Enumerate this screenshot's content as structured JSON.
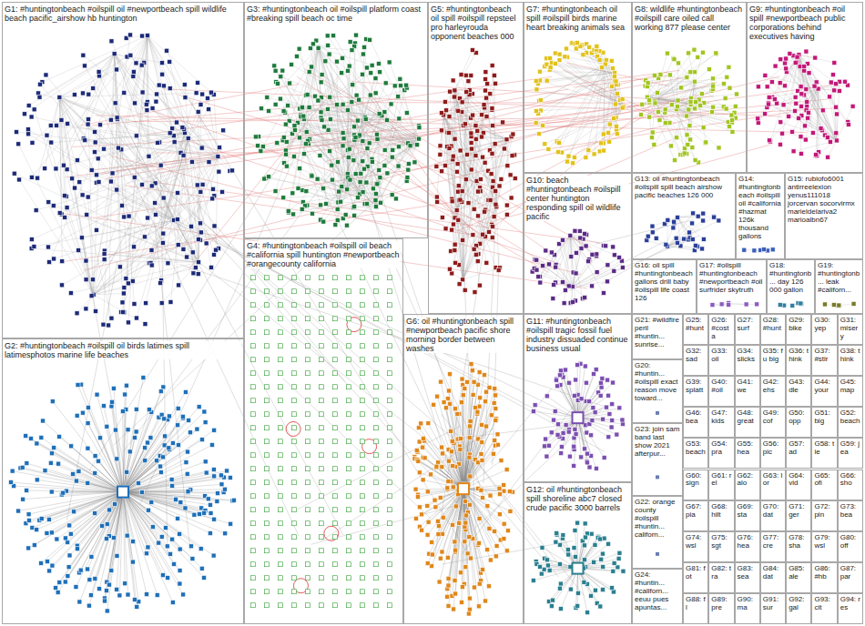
{
  "diagram": {
    "nodes": [
      {
        "text": [
          "G1: #huntingtonbeach #oilspill oil #newportbeach spill wildlife beach pacific_airshow hb huntington"
        ]
      },
      {
        "text": [
          "G3: #huntingtonbeach oil #oilspill platform coast #breaking spill beach oc time"
        ]
      },
      {
        "text": [
          "G5: #huntingtonbeach oil spill #oilspill repsteel pro harleyrouda opponent beaches 000"
        ]
      },
      {
        "text": [
          "G7: #huntingtonbeach oil spill #oilspill birds marine heart breaking animals sea"
        ]
      },
      {
        "text": [
          "G8: wildlife #huntingtonbeach #oilspill care oiled call working 877 please center"
        ]
      },
      {
        "text": [
          "G9: #huntingtonbeach #oil spill #newportbeach public corporations behind executives having"
        ]
      },
      {
        "text": [
          "G10: beach #huntingtonbeach #oilspill center huntington responding spill oil wildlife pacific"
        ]
      },
      {
        "text": [
          "G13: oil #huntingtonbeach #oilspill spill beach airshow pacific beaches 126 000"
        ]
      },
      {
        "text": [
          "G14: #huntingtonbeach #oilspill oil #california #hazmat 126k thousand gallons"
        ]
      },
      {
        "text": [
          "G15: rubiofo6001 antirreelexion yenus111018 jorcervan socorvirmx marieldelariva2 marioalbn67"
        ]
      },
      {
        "text": [
          "G16: oil spill #huntingtonbeach gallons drill baby #oilspill life coast 126"
        ]
      },
      {
        "text": [
          "G17: #oilspill #huntingtonbeach #newportbeach #oil surfrider skytruth"
        ]
      },
      {
        "text": [
          "G18: #huntingtonb... day 126 000 gallon"
        ]
      },
      {
        "text": [
          "G19: #huntingtonb... leak #californ..."
        ]
      },
      {
        "text": [
          "G2: #huntingtonbeach #oilspill oil birds latimes spill latimesphotos marine life beaches"
        ]
      },
      {
        "text": [
          "G4: #huntingtonbeach #oilspill oil beach #california spill huntington #newportbeach #orangecounty california"
        ]
      },
      {
        "text": [
          "G6: oil #huntingtonbeach spill #newportbeach pacific shore morning border between washes"
        ]
      },
      {
        "text": [
          "G11: #huntingtonbeach #oilspill tragic fossil fuel industry dissuaded continue business usual"
        ]
      },
      {
        "text": [
          "G12: oil #huntingtonbeach spill shoreline abc7 closed crude pacific 3000 barrels"
        ]
      },
      {
        "text": [
          "G21: #wildfire peril #huntin... sunrise..."
        ]
      },
      {
        "text": [
          "G20: #huntin... #oilspill exact reason move toward..."
        ]
      },
      {
        "text": [
          "G23: join sam band last show 2021 afterpur..."
        ]
      },
      {
        "text": [
          "G22: orange county #oilspill #huntin... californ..."
        ]
      },
      {
        "text": [
          "G24: #huntin... #californ... eeuu pues apuntas..."
        ]
      },
      {
        "text": [
          "G25: #hunt"
        ]
      },
      {
        "text": [
          "G26: #costa"
        ]
      },
      {
        "text": [
          "G27: surf"
        ]
      },
      {
        "text": [
          "G28: #hunt"
        ]
      },
      {
        "text": [
          "G29: bike"
        ]
      },
      {
        "text": [
          "G30: yep"
        ]
      },
      {
        "text": [
          "G31: misery"
        ]
      },
      {
        "text": [
          "G32: sad"
        ]
      },
      {
        "text": [
          "G33: oil"
        ]
      },
      {
        "text": [
          "G34: slicks"
        ]
      },
      {
        "text": [
          "G35: fu big"
        ]
      },
      {
        "text": [
          "G36: think"
        ]
      },
      {
        "text": [
          "G37: #stir"
        ]
      },
      {
        "text": [
          "G38: think"
        ]
      },
      {
        "text": [
          "G39: splatt"
        ]
      },
      {
        "text": [
          "G40: #oil"
        ]
      },
      {
        "text": [
          "G41: we"
        ]
      },
      {
        "text": [
          "G42: ehs"
        ]
      },
      {
        "text": [
          "G43: dle"
        ]
      },
      {
        "text": [
          "G44: your"
        ]
      },
      {
        "text": [
          "G45: map"
        ]
      },
      {
        "text": [
          "G46: bea"
        ]
      },
      {
        "text": [
          "G47: kids"
        ]
      },
      {
        "text": [
          "G48: great"
        ]
      },
      {
        "text": [
          "G49: cof"
        ]
      },
      {
        "text": [
          "G50: opp"
        ]
      },
      {
        "text": [
          "G51: big"
        ]
      },
      {
        "text": [
          "G52: beach"
        ]
      },
      {
        "text": [
          "G53: beach"
        ]
      },
      {
        "text": [
          "G54: pra"
        ]
      },
      {
        "text": [
          "G55: hea"
        ]
      },
      {
        "text": [
          "G56: pic"
        ]
      },
      {
        "text": [
          "G57: ad"
        ]
      },
      {
        "text": [
          "G58: tie"
        ]
      },
      {
        "text": [
          "G59: jea"
        ]
      },
      {
        "text": [
          "G60: sign"
        ]
      },
      {
        "text": [
          "G61: rel"
        ]
      },
      {
        "text": [
          "G62: alo"
        ]
      },
      {
        "text": [
          "G63: lor"
        ]
      },
      {
        "text": [
          "G64: vid"
        ]
      },
      {
        "text": [
          "G65: ofi"
        ]
      },
      {
        "text": [
          "G66: sho"
        ]
      },
      {
        "text": [
          "G67: pia"
        ]
      },
      {
        "text": [
          "G68: hilt"
        ]
      },
      {
        "text": [
          "G69: sta"
        ]
      },
      {
        "text": [
          "G70: dat"
        ]
      },
      {
        "text": [
          "G71: ger"
        ]
      },
      {
        "text": [
          "G72: pin"
        ]
      },
      {
        "text": [
          "G73: bea"
        ]
      },
      {
        "text": [
          "G74: wsl"
        ]
      },
      {
        "text": [
          "G75: sgt"
        ]
      },
      {
        "text": [
          "G76: hea"
        ]
      },
      {
        "text": [
          "G77: cre"
        ]
      },
      {
        "text": [
          "G78: sha"
        ]
      },
      {
        "text": [
          "G79: wsl"
        ]
      },
      {
        "text": [
          "G80: off"
        ]
      },
      {
        "text": [
          "G81: fot"
        ]
      },
      {
        "text": [
          "G82: tra"
        ]
      },
      {
        "text": [
          "G83: sea"
        ]
      },
      {
        "text": [
          "G84: dat"
        ]
      },
      {
        "text": [
          "G85: ale"
        ]
      },
      {
        "text": [
          "G86: #hb"
        ]
      },
      {
        "text": [
          "G87: par"
        ]
      },
      {
        "text": [
          "G88: fl"
        ]
      },
      {
        "text": [
          "G89: pre"
        ]
      },
      {
        "text": [
          "G90: ma"
        ]
      },
      {
        "text": [
          "G91: sur"
        ]
      },
      {
        "text": [
          "G92: gal"
        ]
      },
      {
        "text": [
          "G93: cit"
        ]
      },
      {
        "text": [
          "G94: res"
        ]
      }
    ]
  }
}
